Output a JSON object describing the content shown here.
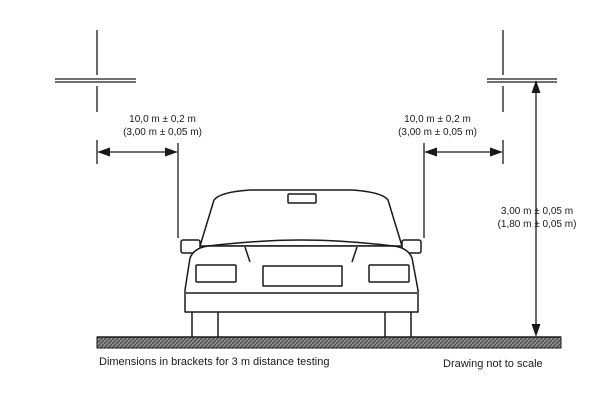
{
  "dimensions": {
    "left_distance": "10,0 m ± 0,2 m",
    "left_distance_bracket": "(3,00 m ± 0,05 m)",
    "right_distance": "10,0 m ± 0,2 m",
    "right_distance_bracket": "(3,00 m ± 0,05 m)",
    "height": "3,00 m ± 0,05 m",
    "height_bracket": "(1,80 m ± 0,05 m)"
  },
  "notes": {
    "brackets_note": "Dimensions in brackets for 3 m distance testing",
    "scale_note": "Drawing not to scale"
  }
}
